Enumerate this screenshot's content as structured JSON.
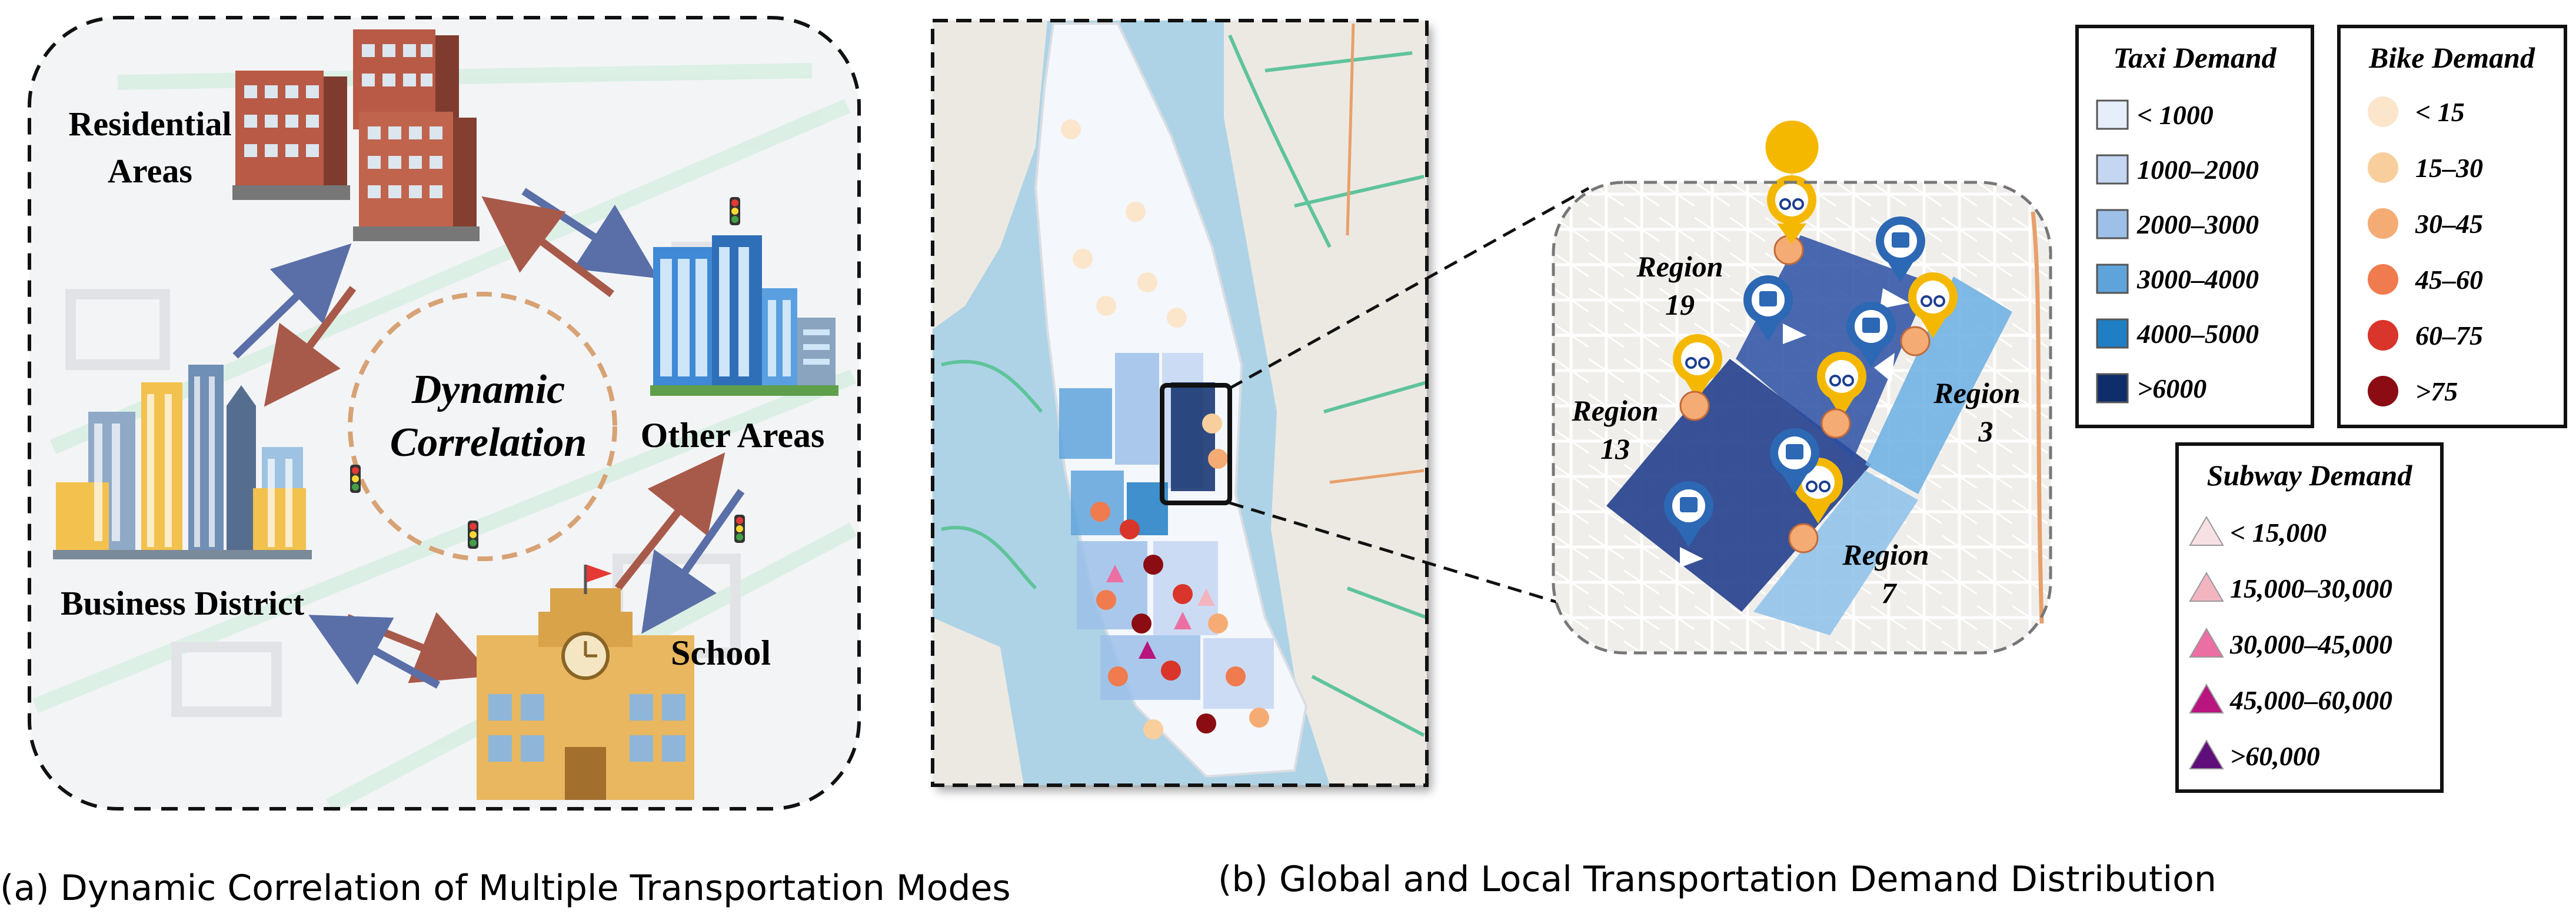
{
  "panel_a": {
    "caption": "(a) Dynamic Correlation of Multiple Transportation Modes",
    "center_label_line1": "Dynamic",
    "center_label_line2": "Correlation",
    "nodes": {
      "residential_line1": "Residential",
      "residential_line2": "Areas",
      "business": "Business District",
      "other": "Other Areas",
      "school": "School"
    }
  },
  "panel_b": {
    "caption": "(b) Global and Local Transportation Demand Distribution",
    "regions": [
      {
        "line1": "Region",
        "line2": "19"
      },
      {
        "line1": "Region",
        "line2": "13"
      },
      {
        "line1": "Region",
        "line2": "3"
      },
      {
        "line1": "Region",
        "line2": "7"
      }
    ]
  },
  "legends": {
    "taxi": {
      "title": "Taxi Demand",
      "items": [
        {
          "label": "< 1000",
          "color": "#e6eefa"
        },
        {
          "label": "1000–2000",
          "color": "#c4d6f2"
        },
        {
          "label": "2000–3000",
          "color": "#9cc0e8"
        },
        {
          "label": "3000–4000",
          "color": "#5fa3db"
        },
        {
          "label": "4000–5000",
          "color": "#1f7ec4"
        },
        {
          "label": ">6000",
          "color": "#0d2d6b"
        }
      ]
    },
    "bike": {
      "title": "Bike Demand",
      "items": [
        {
          "label": "< 15",
          "color": "#fbe6cc"
        },
        {
          "label": "15–30",
          "color": "#f8cf9c"
        },
        {
          "label": "30–45",
          "color": "#f5ac74"
        },
        {
          "label": "45–60",
          "color": "#ef7b4e"
        },
        {
          "label": "60–75",
          "color": "#d9352a"
        },
        {
          "label": ">75",
          "color": "#8b0d13"
        }
      ]
    },
    "subway": {
      "title": "Subway Demand",
      "items": [
        {
          "label": "< 15,000",
          "color": "#f7e1e4"
        },
        {
          "label": "15,000–30,000",
          "color": "#f2b5c0"
        },
        {
          "label": "30,000–45,000",
          "color": "#ec6fa3"
        },
        {
          "label": "45,000–60,000",
          "color": "#b8157f"
        },
        {
          "label": ">60,000",
          "color": "#5e0f7a"
        }
      ]
    }
  }
}
